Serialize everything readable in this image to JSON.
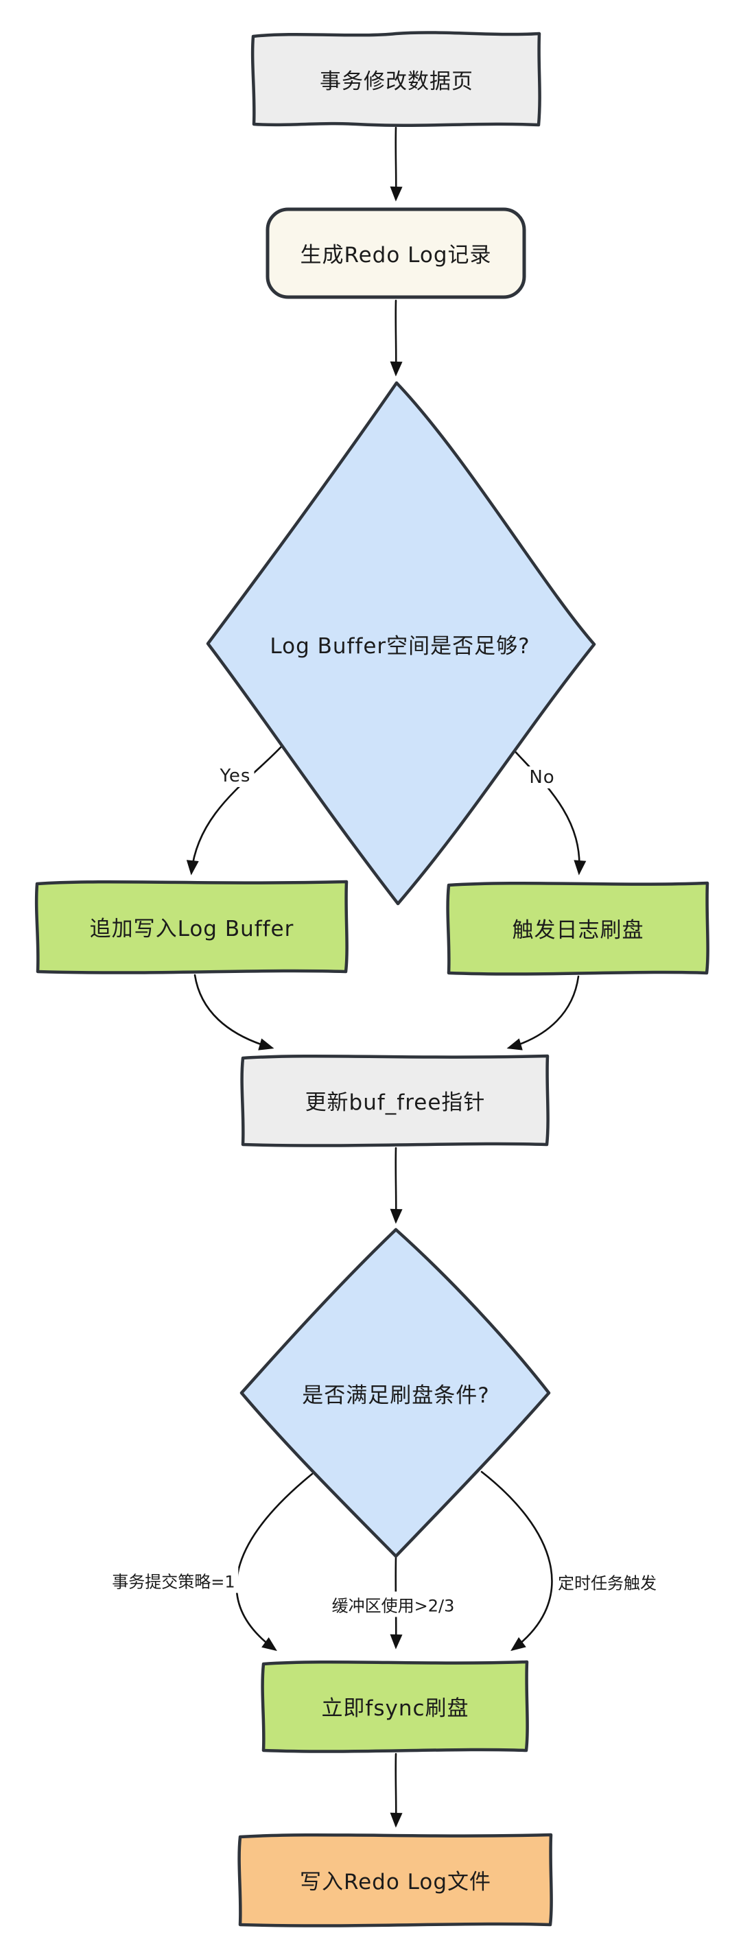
{
  "flowchart": {
    "nodes": {
      "start": {
        "label": "事务修改数据页",
        "shape": "rectangle"
      },
      "generate": {
        "label": "生成Redo Log记录",
        "shape": "rounded-rectangle"
      },
      "decision_buffer": {
        "label": "Log Buffer空间是否足够?",
        "shape": "diamond"
      },
      "append": {
        "label": "追加写入Log Buffer",
        "shape": "rectangle"
      },
      "trigger_flush": {
        "label": "触发日志刷盘",
        "shape": "rectangle"
      },
      "update_pointer": {
        "label": "更新buf_free指针",
        "shape": "rectangle"
      },
      "decision_flush": {
        "label": "是否满足刷盘条件?",
        "shape": "diamond"
      },
      "fsync": {
        "label": "立即fsync刷盘",
        "shape": "rectangle"
      },
      "write_file": {
        "label": "写入Redo Log文件",
        "shape": "rectangle"
      }
    },
    "edge_labels": {
      "yes": "Yes",
      "no": "No",
      "commit_policy": "事务提交策略=1",
      "buffer_usage": "缓冲区使用>2/3",
      "timer": "定时任务触发"
    },
    "colors": {
      "process_fill": "#ededed",
      "terminal_fill": "#faf7ec",
      "decision_fill": "#cfe3fa",
      "action_fill": "#c2e47c",
      "output_fill": "#f9c588",
      "node_stroke": "#2f343b",
      "connector": "#111111"
    }
  }
}
